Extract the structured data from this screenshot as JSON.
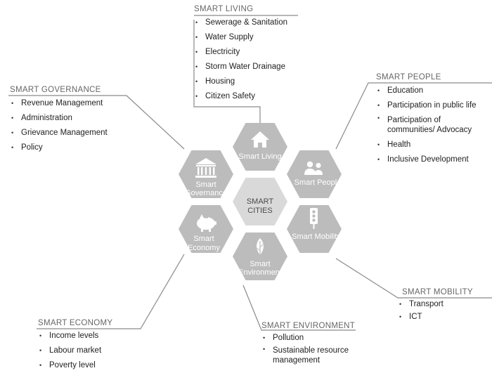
{
  "center": {
    "line1": "SMART",
    "line2": "CITIES"
  },
  "hexes": {
    "living": {
      "line1": "Smart Living",
      "line2": "",
      "icon": "house-icon"
    },
    "people": {
      "line1": "Smart People",
      "line2": "",
      "icon": "people-icon"
    },
    "mobility": {
      "line1": "Smart Mobility",
      "line2": "",
      "icon": "traffic-light-icon"
    },
    "environment": {
      "line1": "Smart",
      "line2": "Environment",
      "icon": "leaf-icon"
    },
    "economy": {
      "line1": "Smart",
      "line2": "Economy",
      "icon": "piggy-bank-icon"
    },
    "governance": {
      "line1": "Smart",
      "line2": "Governance",
      "icon": "government-building-icon"
    }
  },
  "colors": {
    "hex_outer": "#bcbcbc",
    "hex_center": "#d9d9d9",
    "connector": "#8a8a8a"
  },
  "blocks": {
    "living": {
      "title": "SMART LIVING",
      "items": [
        "Sewerage & Sanitation",
        "Water Supply",
        "Electricity",
        "Storm Water Drainage",
        "Housing",
        "Citizen Safety"
      ]
    },
    "people": {
      "title": "SMART PEOPLE",
      "items": [
        "Education",
        "Participation in public life",
        "Participation of communities/ Advocacy",
        "Health",
        "Inclusive Development"
      ]
    },
    "governance": {
      "title": "SMART GOVERNANCE",
      "items": [
        "Revenue Management",
        "Administration",
        "Grievance Management",
        "Policy"
      ]
    },
    "mobility": {
      "title": "SMART MOBILITY",
      "items": [
        "Transport",
        "ICT"
      ]
    },
    "economy": {
      "title": "SMART ECONOMY",
      "items": [
        "Income levels",
        "Labour market",
        "Poverty level"
      ]
    },
    "environment": {
      "title": "SMART ENVIRONMENT",
      "items": [
        "Pollution",
        "Sustainable resource management"
      ]
    }
  }
}
